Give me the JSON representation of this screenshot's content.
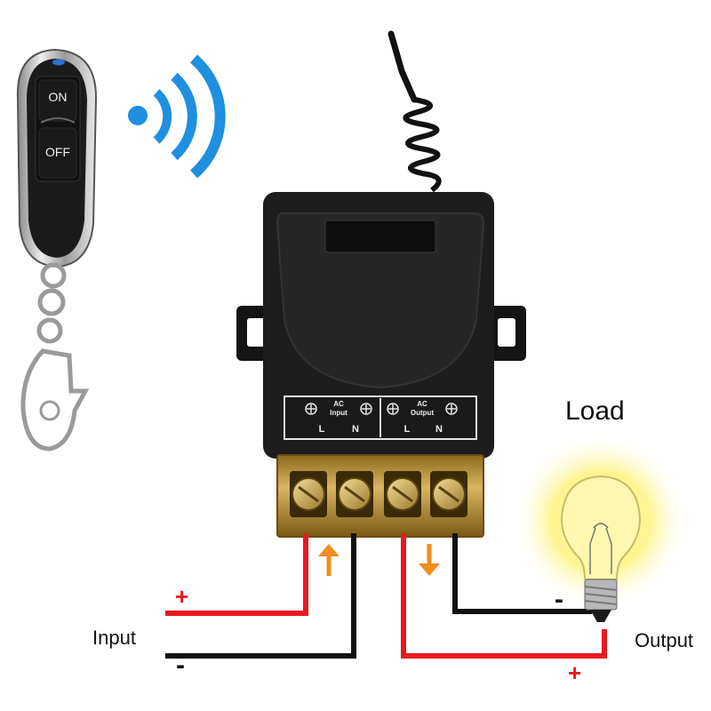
{
  "remote": {
    "on_label": "ON",
    "off_label": "OFF"
  },
  "receiver": {
    "terminal_input_top": "AC",
    "terminal_input_bottom": "Input",
    "terminal_output_top": "AC",
    "terminal_output_bottom": "Output",
    "pin_labels": [
      "L",
      "N",
      "L",
      "N"
    ]
  },
  "labels": {
    "load": "Load",
    "input": "Input",
    "output": "Output",
    "input_plus": "+",
    "input_minus": "-",
    "output_plus": "+",
    "output_minus": "-"
  },
  "colors": {
    "positive_wire": "#e8191f",
    "negative_wire": "#111111",
    "arrow": "#f28c1e",
    "signal_blue": "#1f8fe0",
    "bulb_glow": "#fff27a",
    "terminal_brass": "#c9a24a"
  }
}
